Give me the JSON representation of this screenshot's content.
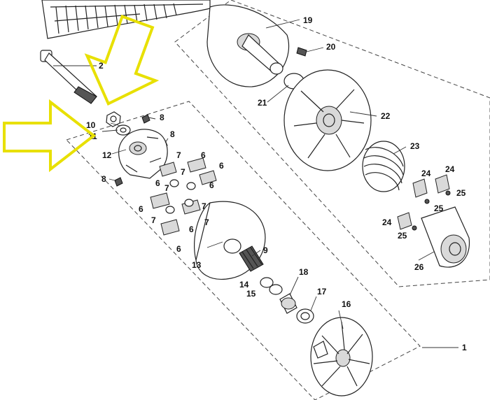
{
  "callouts": {
    "c1": "1",
    "c2": "2",
    "c6a": "6",
    "c6b": "6",
    "c6c": "6",
    "c6d": "6",
    "c6e": "6",
    "c6f": "6",
    "c6g": "6",
    "c7a": "7",
    "c7b": "7",
    "c7c": "7",
    "c7d": "7",
    "c7e": "7",
    "c7f": "7",
    "c8a": "8",
    "c8b": "8",
    "c8c": "8",
    "c9": "9",
    "c10": "10",
    "c11": "11",
    "c12": "12",
    "c13": "13",
    "c14": "14",
    "c15": "15",
    "c16": "16",
    "c17": "17",
    "c18": "18",
    "c19": "19",
    "c20": "20",
    "c21": "21",
    "c22": "22",
    "c23": "23",
    "c24a": "24",
    "c24b": "24",
    "c24c": "24",
    "c25a": "25",
    "c25b": "25",
    "c25c": "25",
    "c26": "26"
  },
  "colors": {
    "arrow": "#e8e000",
    "line": "#222222",
    "background": "#ffffff"
  }
}
